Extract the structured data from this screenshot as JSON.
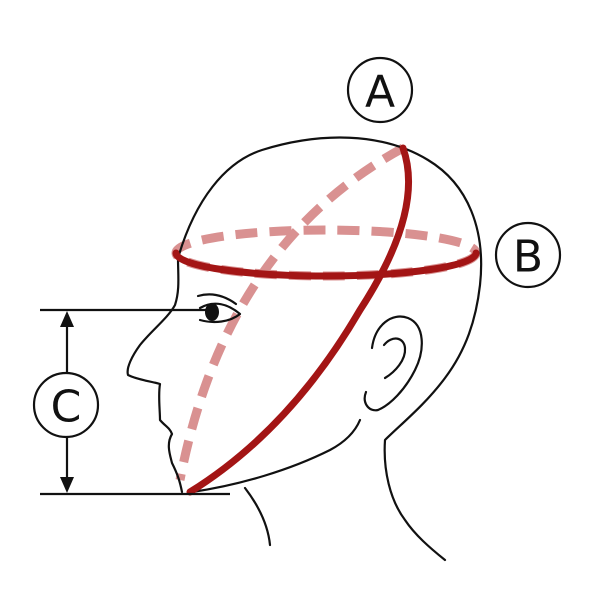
{
  "colors": {
    "outline": "#111111",
    "circumference_solid": "#a31515",
    "circumference_dashed": "#d99191",
    "background": "#ffffff"
  },
  "labels": {
    "a": "A",
    "b": "B",
    "c": "C"
  }
}
